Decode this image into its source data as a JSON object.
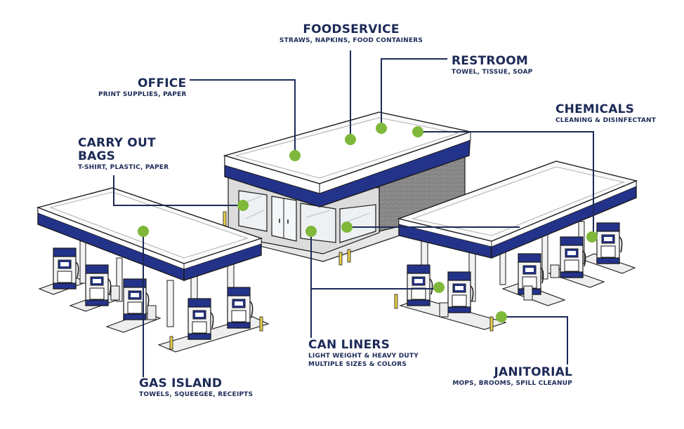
{
  "colors": {
    "navy": "#1c2a57",
    "canopy_blue": "#24338a",
    "marker_green": "#7fb83a",
    "outline": "#1a1a1a",
    "bollard_yellow": "#e8d04a"
  },
  "labels": {
    "foodservice": {
      "title": "FOODSERVICE",
      "subtitle": "STRAWS, NAPKINS, FOOD CONTAINERS"
    },
    "restroom": {
      "title": "RESTROOM",
      "subtitle": "TOWEL, TISSUE, SOAP"
    },
    "office": {
      "title": "OFFICE",
      "subtitle": "PRINT SUPPLIES, PAPER"
    },
    "chemicals": {
      "title": "CHEMICALS",
      "subtitle": "CLEANING & DISINFECTANT"
    },
    "carry_out": {
      "title_line1": "CARRY OUT",
      "title_line2": "BAGS",
      "subtitle": "T-SHIRT, PLASTIC, PAPER"
    },
    "can_liners": {
      "title": "CAN LINERS",
      "subtitle_line1": "LIGHT WEIGHT & HEAVY DUTY",
      "subtitle_line2": "MULTIPLE SIZES & COLORS"
    },
    "janitorial": {
      "title": "JANITORIAL",
      "subtitle": "MOPS, BROOMS, SPILL CLEANUP"
    },
    "gas_island": {
      "title": "GAS ISLAND",
      "subtitle": "TOWELS, SQUEEGEE, RECEIPTS"
    }
  }
}
